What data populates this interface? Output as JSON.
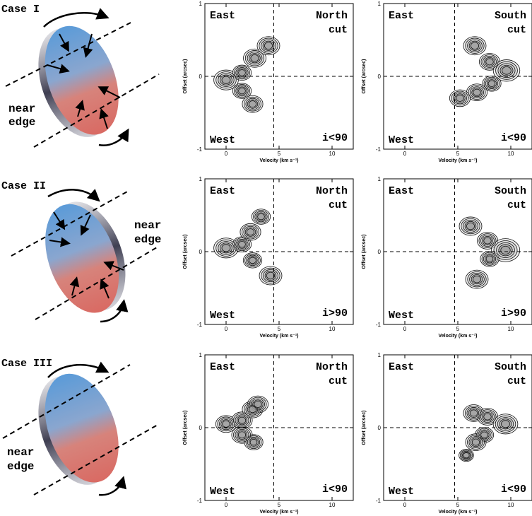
{
  "cases": [
    {
      "label": "Case I",
      "edge_label_1": "near",
      "edge_label_2": "edge",
      "panels": [
        {
          "tl": "East",
          "tr_1": "North",
          "tr_2": "cut",
          "bl": "West",
          "br": "i<90"
        },
        {
          "tl": "East",
          "tr_1": "South",
          "tr_2": "cut",
          "bl": "West",
          "br": "i<90"
        }
      ]
    },
    {
      "label": "Case II",
      "edge_label_1": "near",
      "edge_label_2": "edge",
      "panels": [
        {
          "tl": "East",
          "tr_1": "North",
          "tr_2": "cut",
          "bl": "West",
          "br": "i>90"
        },
        {
          "tl": "East",
          "tr_1": "South",
          "tr_2": "cut",
          "bl": "West",
          "br": "i>90"
        }
      ]
    },
    {
      "label": "Case III",
      "edge_label_1": "near",
      "edge_label_2": "edge",
      "panels": [
        {
          "tl": "East",
          "tr_1": "North",
          "tr_2": "cut",
          "bl": "West",
          "br": "i<90"
        },
        {
          "tl": "East",
          "tr_1": "South",
          "tr_2": "cut",
          "bl": "West",
          "br": "i<90"
        }
      ]
    }
  ],
  "axes": {
    "xlabel": "Velocity (km s⁻¹)",
    "ylabel": "Offset (arcsec)",
    "xticks": [
      "0",
      "5",
      "10"
    ],
    "yticks": [
      "1",
      "0",
      "-1"
    ]
  },
  "colors": {
    "disk_top": "#5b9bd8",
    "disk_bottom": "#d9746c",
    "rim": "#4a4a5c",
    "contour_fill": "#cfcfcf"
  }
}
